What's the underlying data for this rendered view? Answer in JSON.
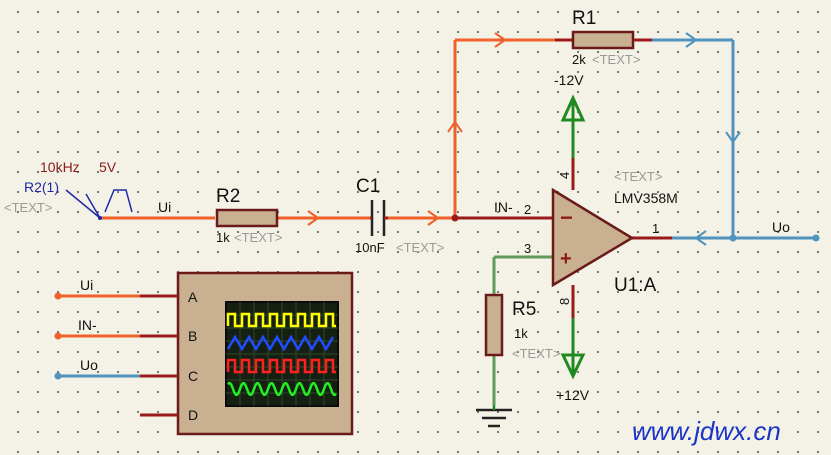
{
  "components": {
    "R1": {
      "ref": "R1",
      "value": "2k",
      "tag": "<TEXT>"
    },
    "R2": {
      "ref": "R2",
      "value": "1k",
      "tag": "<TEXT>"
    },
    "C1": {
      "ref": "C1",
      "value": "10nF",
      "tag": "<TEXT>"
    },
    "R5": {
      "ref": "R5",
      "value": "1k",
      "tag": "<TEXT>"
    },
    "U1": {
      "ref": "U1:A",
      "value": "LMV358M",
      "tag": "<TEXT>",
      "pins": {
        "inv": "2",
        "noninv": "3",
        "out": "1",
        "vneg": "4",
        "vpos": "8"
      },
      "minus": "−",
      "plus": "+"
    }
  },
  "generator": {
    "ref": "R2(1)",
    "freq": "10kHz",
    "amp": "5V",
    "tag": "<TEXT>"
  },
  "supplies": {
    "neg": "-12V",
    "pos": "+12V"
  },
  "nets": {
    "ui": "Ui",
    "in_minus": "IN-",
    "uo": "Uo"
  },
  "scope": {
    "channels": [
      "A",
      "B",
      "C",
      "D"
    ],
    "inputs": [
      "Ui",
      "IN-",
      "Uo"
    ],
    "traces": [
      {
        "color": "#ffff00",
        "shape": "square"
      },
      {
        "color": "#1e4dff",
        "shape": "triangle"
      },
      {
        "color": "#ff2020",
        "shape": "square"
      },
      {
        "color": "#22ee22",
        "shape": "sine"
      }
    ]
  },
  "colors": {
    "wire_red": "#f0602a",
    "wire_blue": "#4f93bf",
    "wire_dark": "#9b1b1b",
    "wire_green": "#5f9a5a",
    "ground_green": "#1f8a1f",
    "body": "#c8b090",
    "body_stroke": "#6b1a1a"
  },
  "watermark": "www.jdwx.cn"
}
